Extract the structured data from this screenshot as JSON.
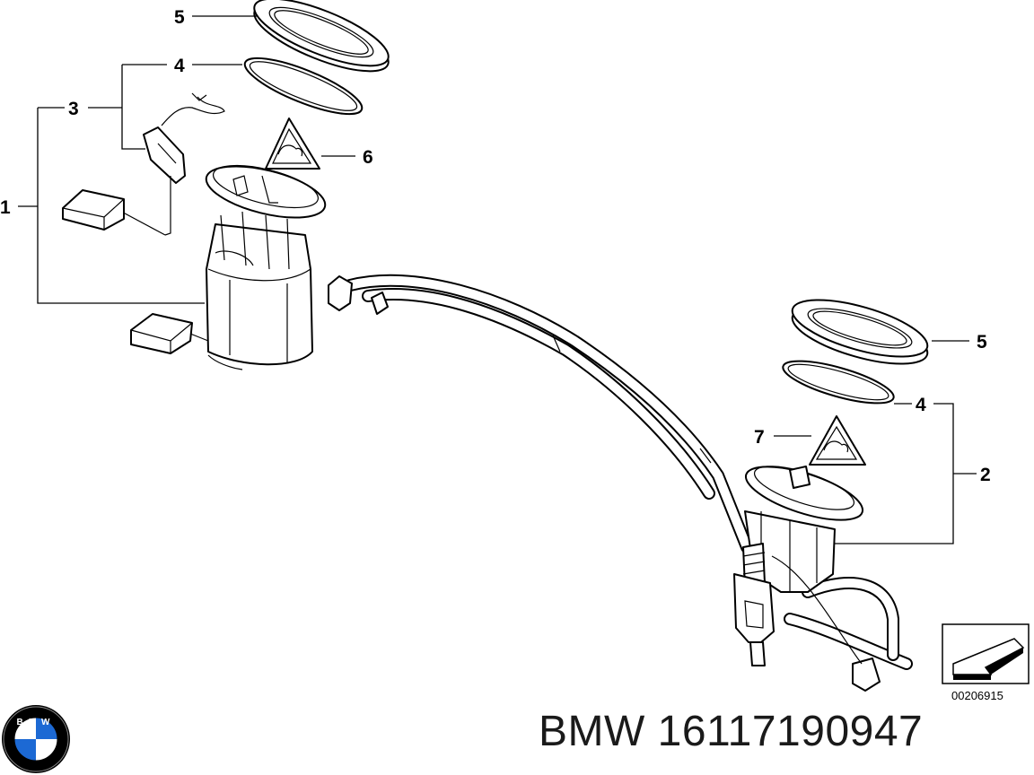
{
  "callouts": {
    "c1": "1",
    "c2": "2",
    "c3": "3",
    "c4_left": "4",
    "c4_right": "4",
    "c5_left": "5",
    "c5_right": "5",
    "c6": "6",
    "c7": "7"
  },
  "reference_code": "00206915",
  "brand": {
    "logo_letters": "BMW",
    "colors": {
      "blue": "#1c69d4",
      "black": "#000000",
      "white": "#ffffff"
    }
  },
  "part_number_text": "BMW 16117190947"
}
